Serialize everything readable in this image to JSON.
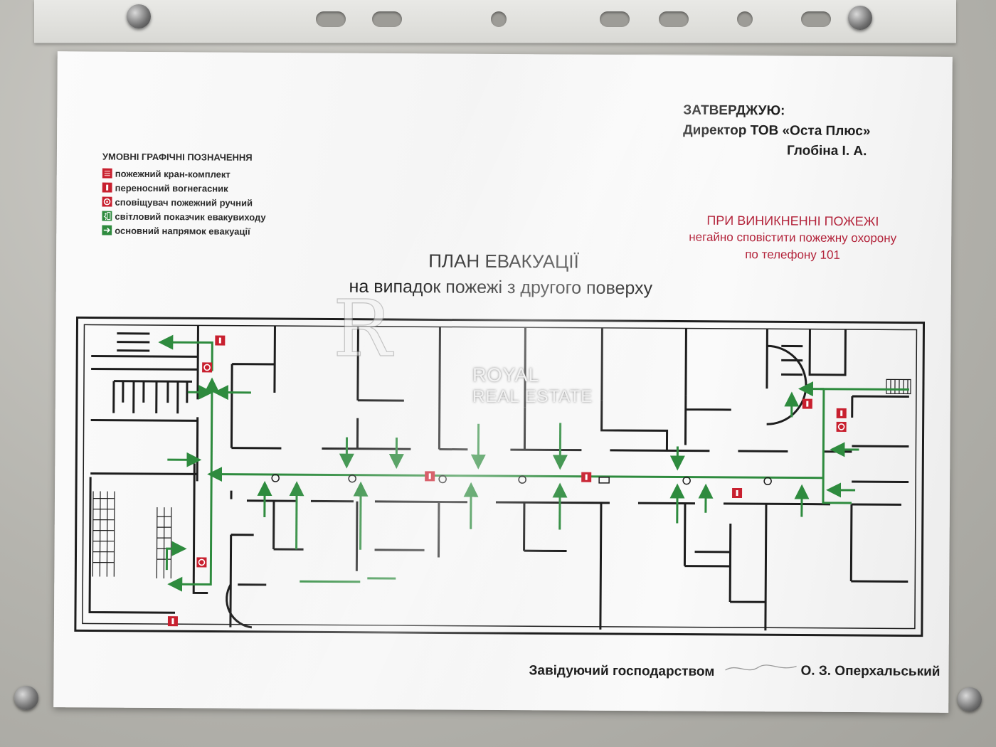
{
  "approval": {
    "line1": "ЗАТВЕРДЖУЮ:",
    "line2": "Директор ТОВ «Оста Плюс»",
    "line3": "Глобіна І. А."
  },
  "legend": {
    "heading": "УМОВНІ ГРАФІЧНІ ПОЗНАЧЕННЯ",
    "items": [
      {
        "label": "пожежний кран-комплект",
        "icon": "fire-hose-icon",
        "color": "#c8202f"
      },
      {
        "label": "переносний вогнегасник",
        "icon": "fire-extinguisher-icon",
        "color": "#c8202f"
      },
      {
        "label": "сповіщувач пожежний ручний",
        "icon": "fire-alarm-icon",
        "color": "#c8202f"
      },
      {
        "label": "світловий показчик евакувиходу",
        "icon": "exit-sign-icon",
        "color": "#2e8b3e"
      },
      {
        "label": "основний напрямок евакуації",
        "icon": "evacuation-arrow-icon",
        "color": "#2e8b3e"
      }
    ]
  },
  "fire_notice": {
    "line1": "ПРИ ВИНИКНЕННІ ПОЖЕЖІ",
    "line2": "негайно сповістити пожежну охорону",
    "line3": "по телефону 101"
  },
  "title": "ПЛАН ЕВАКУАЦІЇ",
  "subtitle": "на випадок пожежі з другого поверху",
  "footer": {
    "role": "Завідуючий господарством",
    "name": "О. З. Оперхальський"
  },
  "watermark": {
    "line1": "ROYAL",
    "line2": "REAL ESTATE"
  },
  "colors": {
    "route": "#2e8b3e",
    "equipment": "#c8202f",
    "notice": "#b3243b"
  }
}
